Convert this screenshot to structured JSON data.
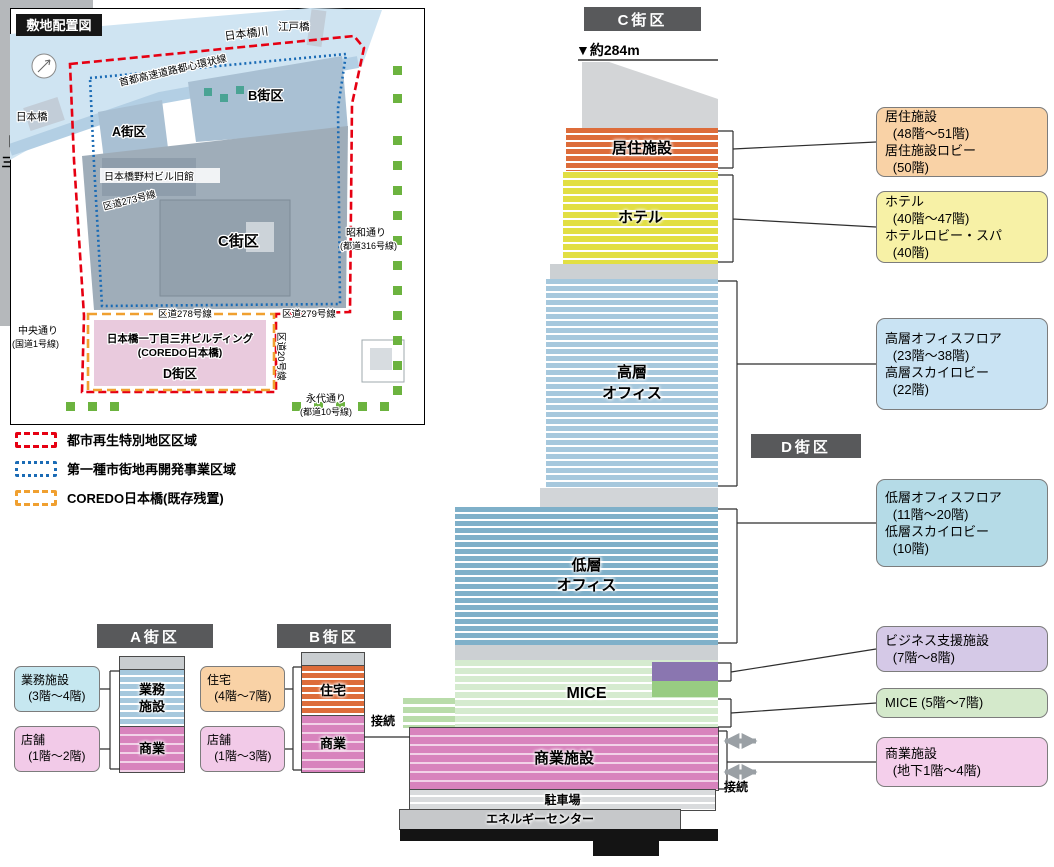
{
  "map": {
    "title": "敷地配置図",
    "water_label": "日本橋川",
    "edobashi": "江戸橋",
    "nihonbashi": "日本橋",
    "expressway": "首都高速道路都心環状線",
    "block_a": "A街区",
    "block_b": "B街区",
    "block_c": "C街区",
    "block_d": "D街区",
    "nomura": "日本橋野村ビル旧館",
    "road_273": "区道273号線",
    "road_278": "区道278号線",
    "road_279": "区道279号線",
    "road_20": "区道20号線",
    "showa_1": "昭和通り",
    "showa_2": "(都道316号線)",
    "chuo_1": "中央通り",
    "chuo_2": "(国道1号線)",
    "eitai_1": "永代通り",
    "eitai_2": "(都道10号線)",
    "coredo_1": "日本橋一丁目三井ビルディング",
    "coredo_2": "(COREDO日本橋)"
  },
  "legend": {
    "items": [
      {
        "label": "都市再生特別地区区域",
        "color": "#e60012",
        "style": "dashed"
      },
      {
        "label": "第一種市街地再開発事業区域",
        "color": "#1a6bb5",
        "style": "dotted"
      },
      {
        "label": "COREDO日本橋(既存残置)",
        "color": "#f0a030",
        "style": "dashed"
      }
    ]
  },
  "badges": {
    "a": "A街区",
    "b": "B街区",
    "c": "C街区",
    "d": "D街区"
  },
  "tower": {
    "height_label": "▼約284m",
    "sections": {
      "residential": "居住施設",
      "hotel": "ホテル",
      "high_office": "高層\nオフィス",
      "low_office": "低層\nオフィス",
      "mice": "MICE",
      "retail": "商業施設",
      "parking": "駐車場",
      "energy": "エネルギーセンター"
    }
  },
  "d_building": {
    "name": "日本橋一丁目\n三井ビルディング"
  },
  "callouts_right": [
    {
      "lines": [
        "居住施設",
        "(48階～51階)",
        "居住施設ロビー",
        "(50階)"
      ],
      "bg": "#f9d2a6"
    },
    {
      "lines": [
        "ホテル",
        "(40階～47階)",
        "ホテルロビー・スパ",
        "(40階)"
      ],
      "bg": "#f7f1a6"
    },
    {
      "lines": [
        "高層オフィスフロア",
        "(23階～38階)",
        "高層スカイロビー",
        "(22階)"
      ],
      "bg": "#c9e3f3"
    },
    {
      "lines": [
        "低層オフィスフロア",
        "(11階～20階)",
        "低層スカイロビー",
        "(10階)"
      ],
      "bg": "#b5dbe7"
    },
    {
      "lines": [
        "ビジネス支援施設",
        "(7階～8階)"
      ],
      "bg": "#d5c9e7"
    },
    {
      "lines": [
        "MICE (5階～7階)"
      ],
      "bg": "#d4e9cb"
    },
    {
      "lines": [
        "商業施設",
        "(地下1階～4階)"
      ],
      "bg": "#f4cfeb"
    }
  ],
  "block_a": {
    "callouts": [
      {
        "lines": [
          "業務施設",
          "(3階～4階)"
        ],
        "bg": "#c6e7f0"
      },
      {
        "lines": [
          "店舗",
          "(1階～2階)"
        ],
        "bg": "#f2cae8"
      }
    ],
    "building": {
      "office": "業務\n施設",
      "retail": "商業"
    }
  },
  "block_b": {
    "callouts": [
      {
        "lines": [
          "住宅",
          "(4階～7階)"
        ],
        "bg": "#f9d2a6"
      },
      {
        "lines": [
          "店舗",
          "(1階～3階)"
        ],
        "bg": "#f2cae8"
      }
    ],
    "building": {
      "house": "住宅",
      "retail": "商業"
    }
  },
  "connections": {
    "b_label": "接続",
    "d_label": "接続"
  }
}
